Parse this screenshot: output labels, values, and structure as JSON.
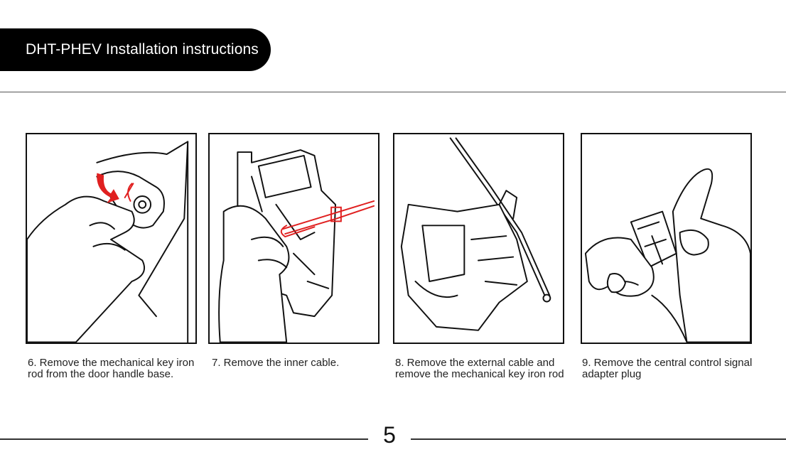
{
  "header": {
    "title": "DHT-PHEV Installation instructions"
  },
  "steps": [
    {
      "caption": "6. Remove the mechanical key iron rod from the door handle base.",
      "icon": "hand-removing-key-rod-illustration"
    },
    {
      "caption": "7. Remove the inner cable.",
      "icon": "lock-inner-cable-illustration"
    },
    {
      "caption": "8. Remove the external cable and remove the mechanical key iron rod",
      "icon": "lock-external-cable-illustration"
    },
    {
      "caption": "9. Remove the central control signal adapter plug",
      "icon": "hand-unplugging-connector-illustration"
    }
  ],
  "footer": {
    "page_number": "5"
  },
  "colors": {
    "accent": "#e02020",
    "header_bg": "#000000",
    "line": "#111111"
  }
}
